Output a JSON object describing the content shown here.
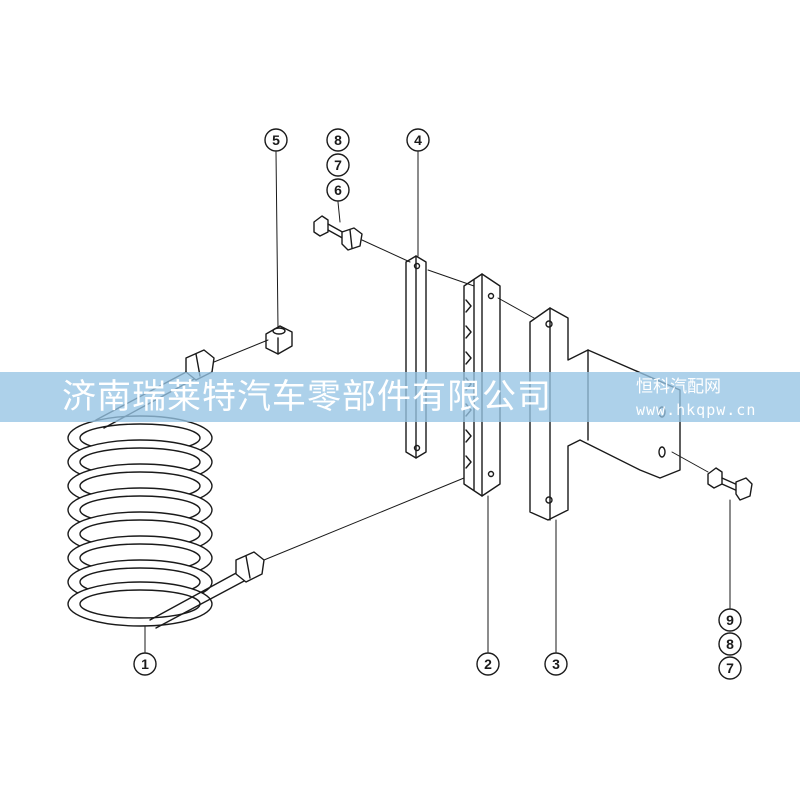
{
  "callouts": [
    {
      "id": "c1",
      "label": "1"
    },
    {
      "id": "c2",
      "label": "2"
    },
    {
      "id": "c3",
      "label": "3"
    },
    {
      "id": "c4",
      "label": "4"
    },
    {
      "id": "c5",
      "label": "5"
    },
    {
      "id": "c6",
      "label": "6"
    },
    {
      "id": "c7a",
      "label": "7"
    },
    {
      "id": "c8a",
      "label": "8"
    },
    {
      "id": "c7b",
      "label": "7"
    },
    {
      "id": "c8b",
      "label": "8"
    },
    {
      "id": "c9",
      "label": "9"
    }
  ],
  "watermark": {
    "company": "济南瑞莱特汽车零部件有限公司",
    "brand": "恒科汽配网",
    "site": "www.hkqpw.cn"
  },
  "colors": {
    "line": "#1a1a1a",
    "banner": "#96c4e4",
    "banner_text": "#ffffff"
  }
}
